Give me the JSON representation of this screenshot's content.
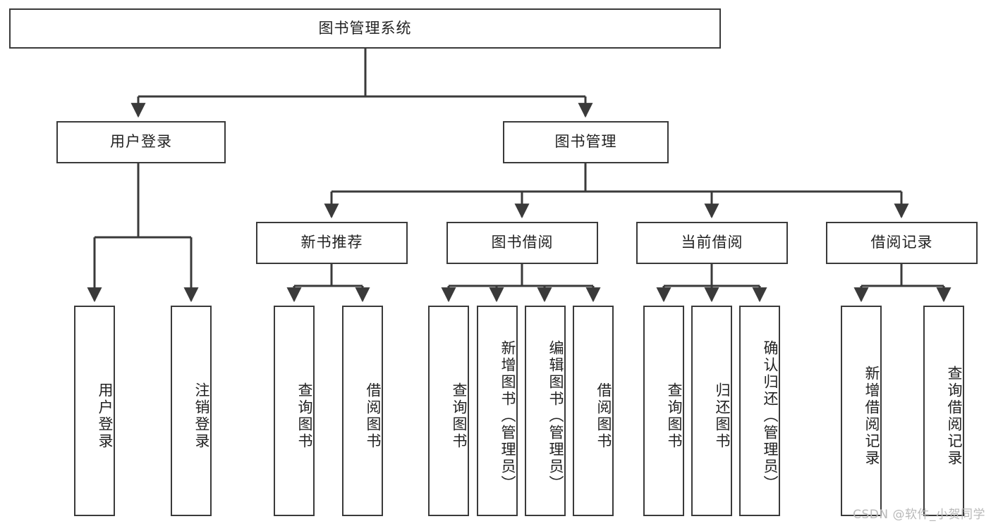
{
  "diagram": {
    "type": "tree",
    "title_node": {
      "label": "图书管理系统"
    },
    "level2": [
      {
        "id": "user-login",
        "label": "用户登录"
      },
      {
        "id": "book-manage",
        "label": "图书管理"
      }
    ],
    "level3": [
      {
        "id": "new-book-recommend",
        "label": "新书推荐",
        "parent": "book-manage"
      },
      {
        "id": "book-borrow",
        "label": "图书借阅",
        "parent": "book-manage"
      },
      {
        "id": "current-borrow",
        "label": "当前借阅",
        "parent": "book-manage"
      },
      {
        "id": "borrow-record",
        "label": "借阅记录",
        "parent": "book-manage"
      }
    ],
    "leaves": [
      {
        "id": "leaf-user-login",
        "label": "用户登录",
        "parent": "user-login"
      },
      {
        "id": "leaf-logout-login",
        "label": "注销登录",
        "parent": "user-login"
      },
      {
        "id": "leaf-query-book-1",
        "label": "查询图书",
        "parent": "new-book-recommend"
      },
      {
        "id": "leaf-borrow-book-1",
        "label": "借阅图书",
        "parent": "new-book-recommend"
      },
      {
        "id": "leaf-query-book-2",
        "label": "查询图书",
        "parent": "book-borrow"
      },
      {
        "id": "leaf-add-book",
        "label": "新增图书（管理员）",
        "parent": "book-borrow"
      },
      {
        "id": "leaf-edit-book",
        "label": "编辑图书（管理员）",
        "parent": "book-borrow"
      },
      {
        "id": "leaf-borrow-book-2",
        "label": "借阅图书",
        "parent": "book-borrow"
      },
      {
        "id": "leaf-query-book-3",
        "label": "查询图书",
        "parent": "current-borrow"
      },
      {
        "id": "leaf-return-book",
        "label": "归还图书",
        "parent": "current-borrow"
      },
      {
        "id": "leaf-confirm-return",
        "label": "确认归还（管理员）",
        "parent": "current-borrow"
      },
      {
        "id": "leaf-add-record",
        "label": "新增借阅记录",
        "parent": "borrow-record"
      },
      {
        "id": "leaf-query-record",
        "label": "查询借阅记录",
        "parent": "borrow-record"
      }
    ],
    "colors": {
      "stroke": "#3a3a3a",
      "fill": "#ffffff",
      "text": "#222222",
      "watermark": "#b9b9b9"
    }
  },
  "watermark": {
    "text": "CSDN @软件_小贺同学"
  }
}
